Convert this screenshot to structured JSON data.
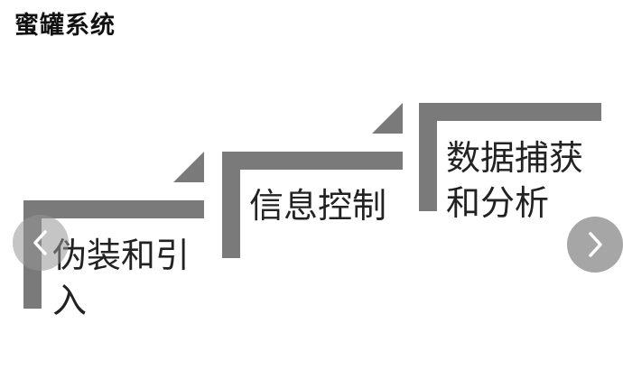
{
  "title": "蜜罐系统",
  "diagram": {
    "steps": [
      {
        "label": "伪装和引入"
      },
      {
        "label": "信息控制"
      },
      {
        "label": "数据捕获和分析"
      }
    ],
    "colors": {
      "bar": "#7a7a7a",
      "text": "#222222",
      "nav_button": "#969696"
    }
  },
  "carousel": {
    "prev_icon": "chevron-left-icon",
    "next_icon": "chevron-right-icon"
  }
}
